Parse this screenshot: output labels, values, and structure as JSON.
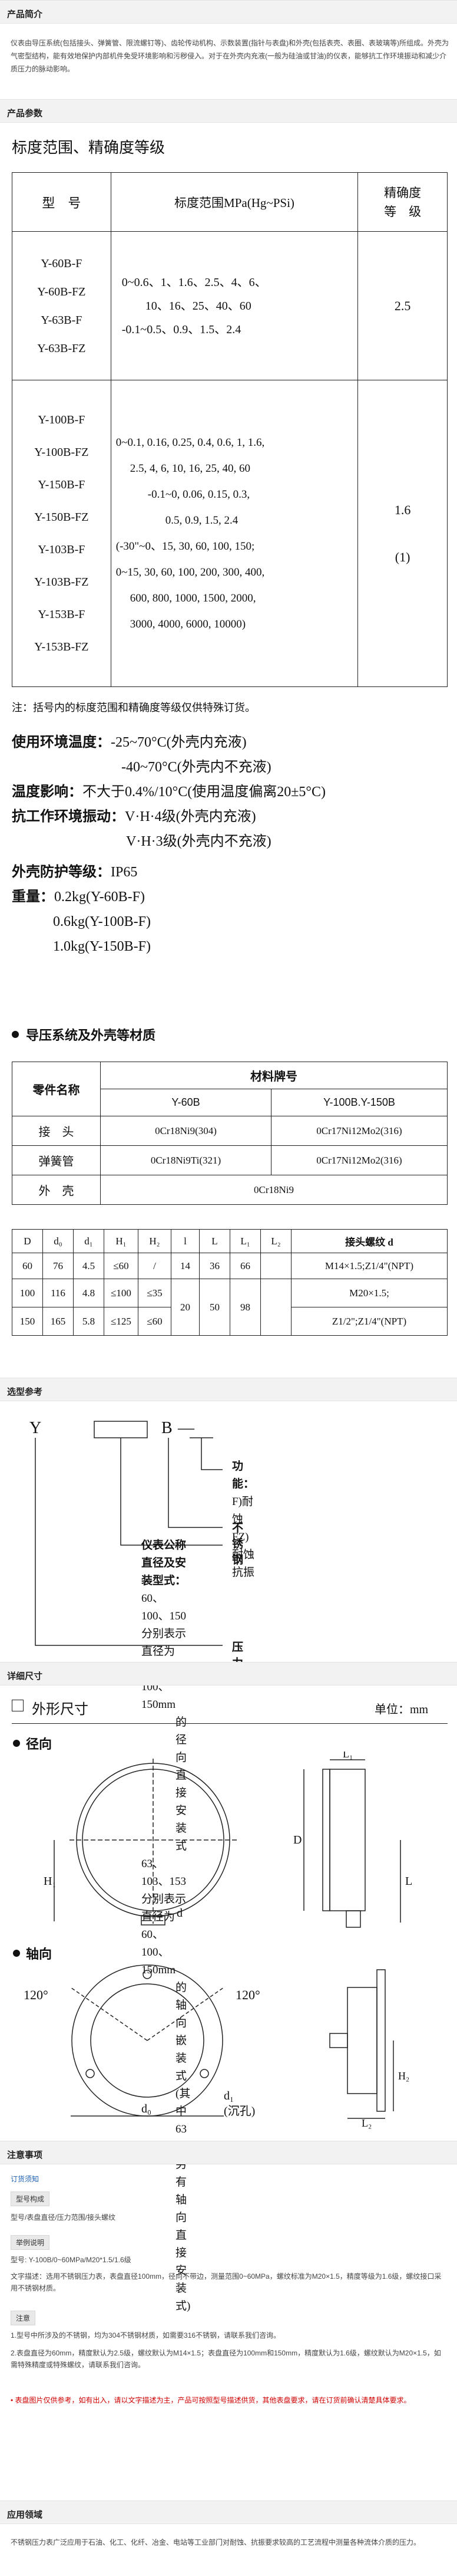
{
  "intro": {
    "header": "产品简介",
    "text": "仪表由导压系统(包括接头、弹簧管、限流螺钉等)、齿轮传动机构、示数装置(指针与表盘)和外壳(包括表壳、表圈、表玻璃等)所组成。外壳为气密型结构，能有效地保护内部机件免受环境影响和污秽侵入。对于在外壳内充液(一般为硅油或甘油)的仪表，能够抗工作环境振动和减少介质压力的脉动影响。"
  },
  "params": {
    "header": "产品参数",
    "title": "标度范围、精确度等级",
    "table": {
      "h_model": "型　号",
      "h_range": "标度范围MPa(Hg~PSi)",
      "h_acc": "精确度\n等　级",
      "g1_models": [
        "Y-60B-F",
        "Y-60B-FZ",
        "Y-63B-F",
        "Y-63B-FZ"
      ],
      "g1_range": [
        "0~0.6、1、1.6、2.5、4、6、",
        "10、16、25、40、60",
        "-0.1~0.5、0.9、1.5、2.4"
      ],
      "g1_acc": "2.5",
      "g2_models": [
        "Y-100B-F",
        "Y-100B-FZ",
        "Y-150B-F",
        "Y-150B-FZ",
        "Y-103B-F",
        "Y-103B-FZ",
        "Y-153B-F",
        "Y-153B-FZ"
      ],
      "g2_range": [
        "0~0.1, 0.16, 0.25, 0.4, 0.6, 1, 1.6,",
        "2.5, 4, 6, 10, 16, 25, 40, 60",
        "-0.1~0, 0.06, 0.15, 0.3,",
        "0.5, 0.9, 1.5, 2.4",
        "(-30\"~0、15, 30, 60, 100, 150;",
        "0~15, 30, 60, 100, 200, 300, 400,",
        "600, 800, 1000, 1500, 2000,",
        "3000, 4000, 6000, 10000)"
      ],
      "g2_acc_1": "1.6",
      "g2_acc_2": "(1)"
    },
    "note": "注：括号内的标度范围和精确度等级仅供特殊订货。",
    "temp_label": "使用环境温度：",
    "temp_1": "-25~70°C(外壳内充液)",
    "temp_2": "-40~70°C(外壳内不充液)",
    "temp_effect_label": "温度影响：",
    "temp_effect": "不大于0.4%/10°C(使用温度偏离20±5°C)",
    "vib_label": "抗工作环境振动：",
    "vib_1": "V·H·4级(外壳内充液)",
    "vib_2": "V·H·3级(外壳内不充液)",
    "ip_label": "外壳防护等级：",
    "ip": "IP65",
    "weight_label": "重量：",
    "weight_1": "0.2kg(Y-60B-F)",
    "weight_2": "0.6kg(Y-100B-F)",
    "weight_3": "1.0kg(Y-150B-F)"
  },
  "materials": {
    "title": "导压系统及外壳等材质",
    "h_part": "零件名称",
    "h_mat": "材料牌号",
    "h_60": "Y-60B",
    "h_100": "Y-100B.Y-150B",
    "rows": [
      {
        "part": "接　头",
        "a": "0Cr18Ni9(304)",
        "b": "0Cr17Ni12Mo2(316)"
      },
      {
        "part": "弹簧管",
        "a": "0Cr18Ni9Ti(321)",
        "b": "0Cr17Ni12Mo2(316)"
      },
      {
        "part": "外　壳",
        "a": "0Cr18Ni9",
        "b": ""
      }
    ]
  },
  "dims": {
    "headers": [
      "D",
      "d₀",
      "d₁",
      "H₁",
      "H₂",
      "l",
      "L",
      "L₁",
      "L₂",
      "接头螺纹 d"
    ],
    "rows": [
      [
        "60",
        "76",
        "4.5",
        "≤60",
        "/",
        "14",
        "36",
        "66",
        "M14×1.5;Z1/4\"(NPT)"
      ],
      [
        "100",
        "116",
        "4.8",
        "≤100",
        "≤35",
        "",
        "",
        "",
        "M20×1.5;"
      ],
      [
        "150",
        "165",
        "5.8",
        "≤125",
        "≤60",
        "20",
        "50",
        "98",
        "Z1/2\";Z1/4\"(NPT)"
      ]
    ]
  },
  "selection": {
    "header": "选型参考",
    "y": "Y",
    "b": "B",
    "dash": "—",
    "func_label": "功能：",
    "func_f": "F)耐蚀",
    "func_fz": "FZ)耐蚀抗振",
    "steel": "不锈钢",
    "size_label": "仪表公称直径及安装型式：",
    "size_1": "60、100、150分别表示直径为60、100、150mm",
    "size_1b": "的径向直接安装式",
    "size_2": "63、103、153分别表示直径为60、100、150mm",
    "size_2b": "的轴向嵌装式(其中63型另有轴向",
    "size_2c": "直接安装式)",
    "gauge": "压力表"
  },
  "dimensions": {
    "header": "详细尺寸",
    "title": "外形尺寸",
    "unit": "单位：mm",
    "radial": "径向",
    "axial": "轴向",
    "angle": "120°",
    "sink": "(沉孔)"
  },
  "notes": {
    "header": "注意事项",
    "order": "订货须知",
    "model_tag": "型号构成",
    "model_desc": "型号/表盘直径/压力范围/接头螺纹",
    "example_tag": "举例说明",
    "example_1": "型号: Y-100B/0~60MPa/M20*1.5/1.6级",
    "example_2": "文字描述：选用不锈钢压力表，表盘直径100mm，径向不带边，测量范围0~60MPa，螺纹标准为M20×1.5，精度等级为1.6级，螺纹接口采用不锈钢材质。",
    "notice_tag": "注意",
    "notice_1": "1.型号中所涉及的不锈钢，均为304不锈钢材质，如需要316不锈钢，请联系我们咨询。",
    "notice_2": "2.表盘直径为60mm，精度默认为2.5级，螺纹默认为M14×1.5；表盘直径为100mm和150mm，精度默认为1.6级，螺纹默认为M20×1.5，如需特殊精度或特殊螺纹，请联系我们咨询。",
    "warning": "• 表盘图片仅供参考，如有出入，请以文字描述为主，产品可按照型号描述供货，其他表盘要求，请在订货前确认清楚具体要求。"
  },
  "application": {
    "header": "应用领域",
    "text": "不锈钢压力表广泛应用于石油、化工、化纤、冶金、电站等工业部门对耐蚀、抗振要求较高的工艺流程中测量各种流体介质的压力。"
  }
}
